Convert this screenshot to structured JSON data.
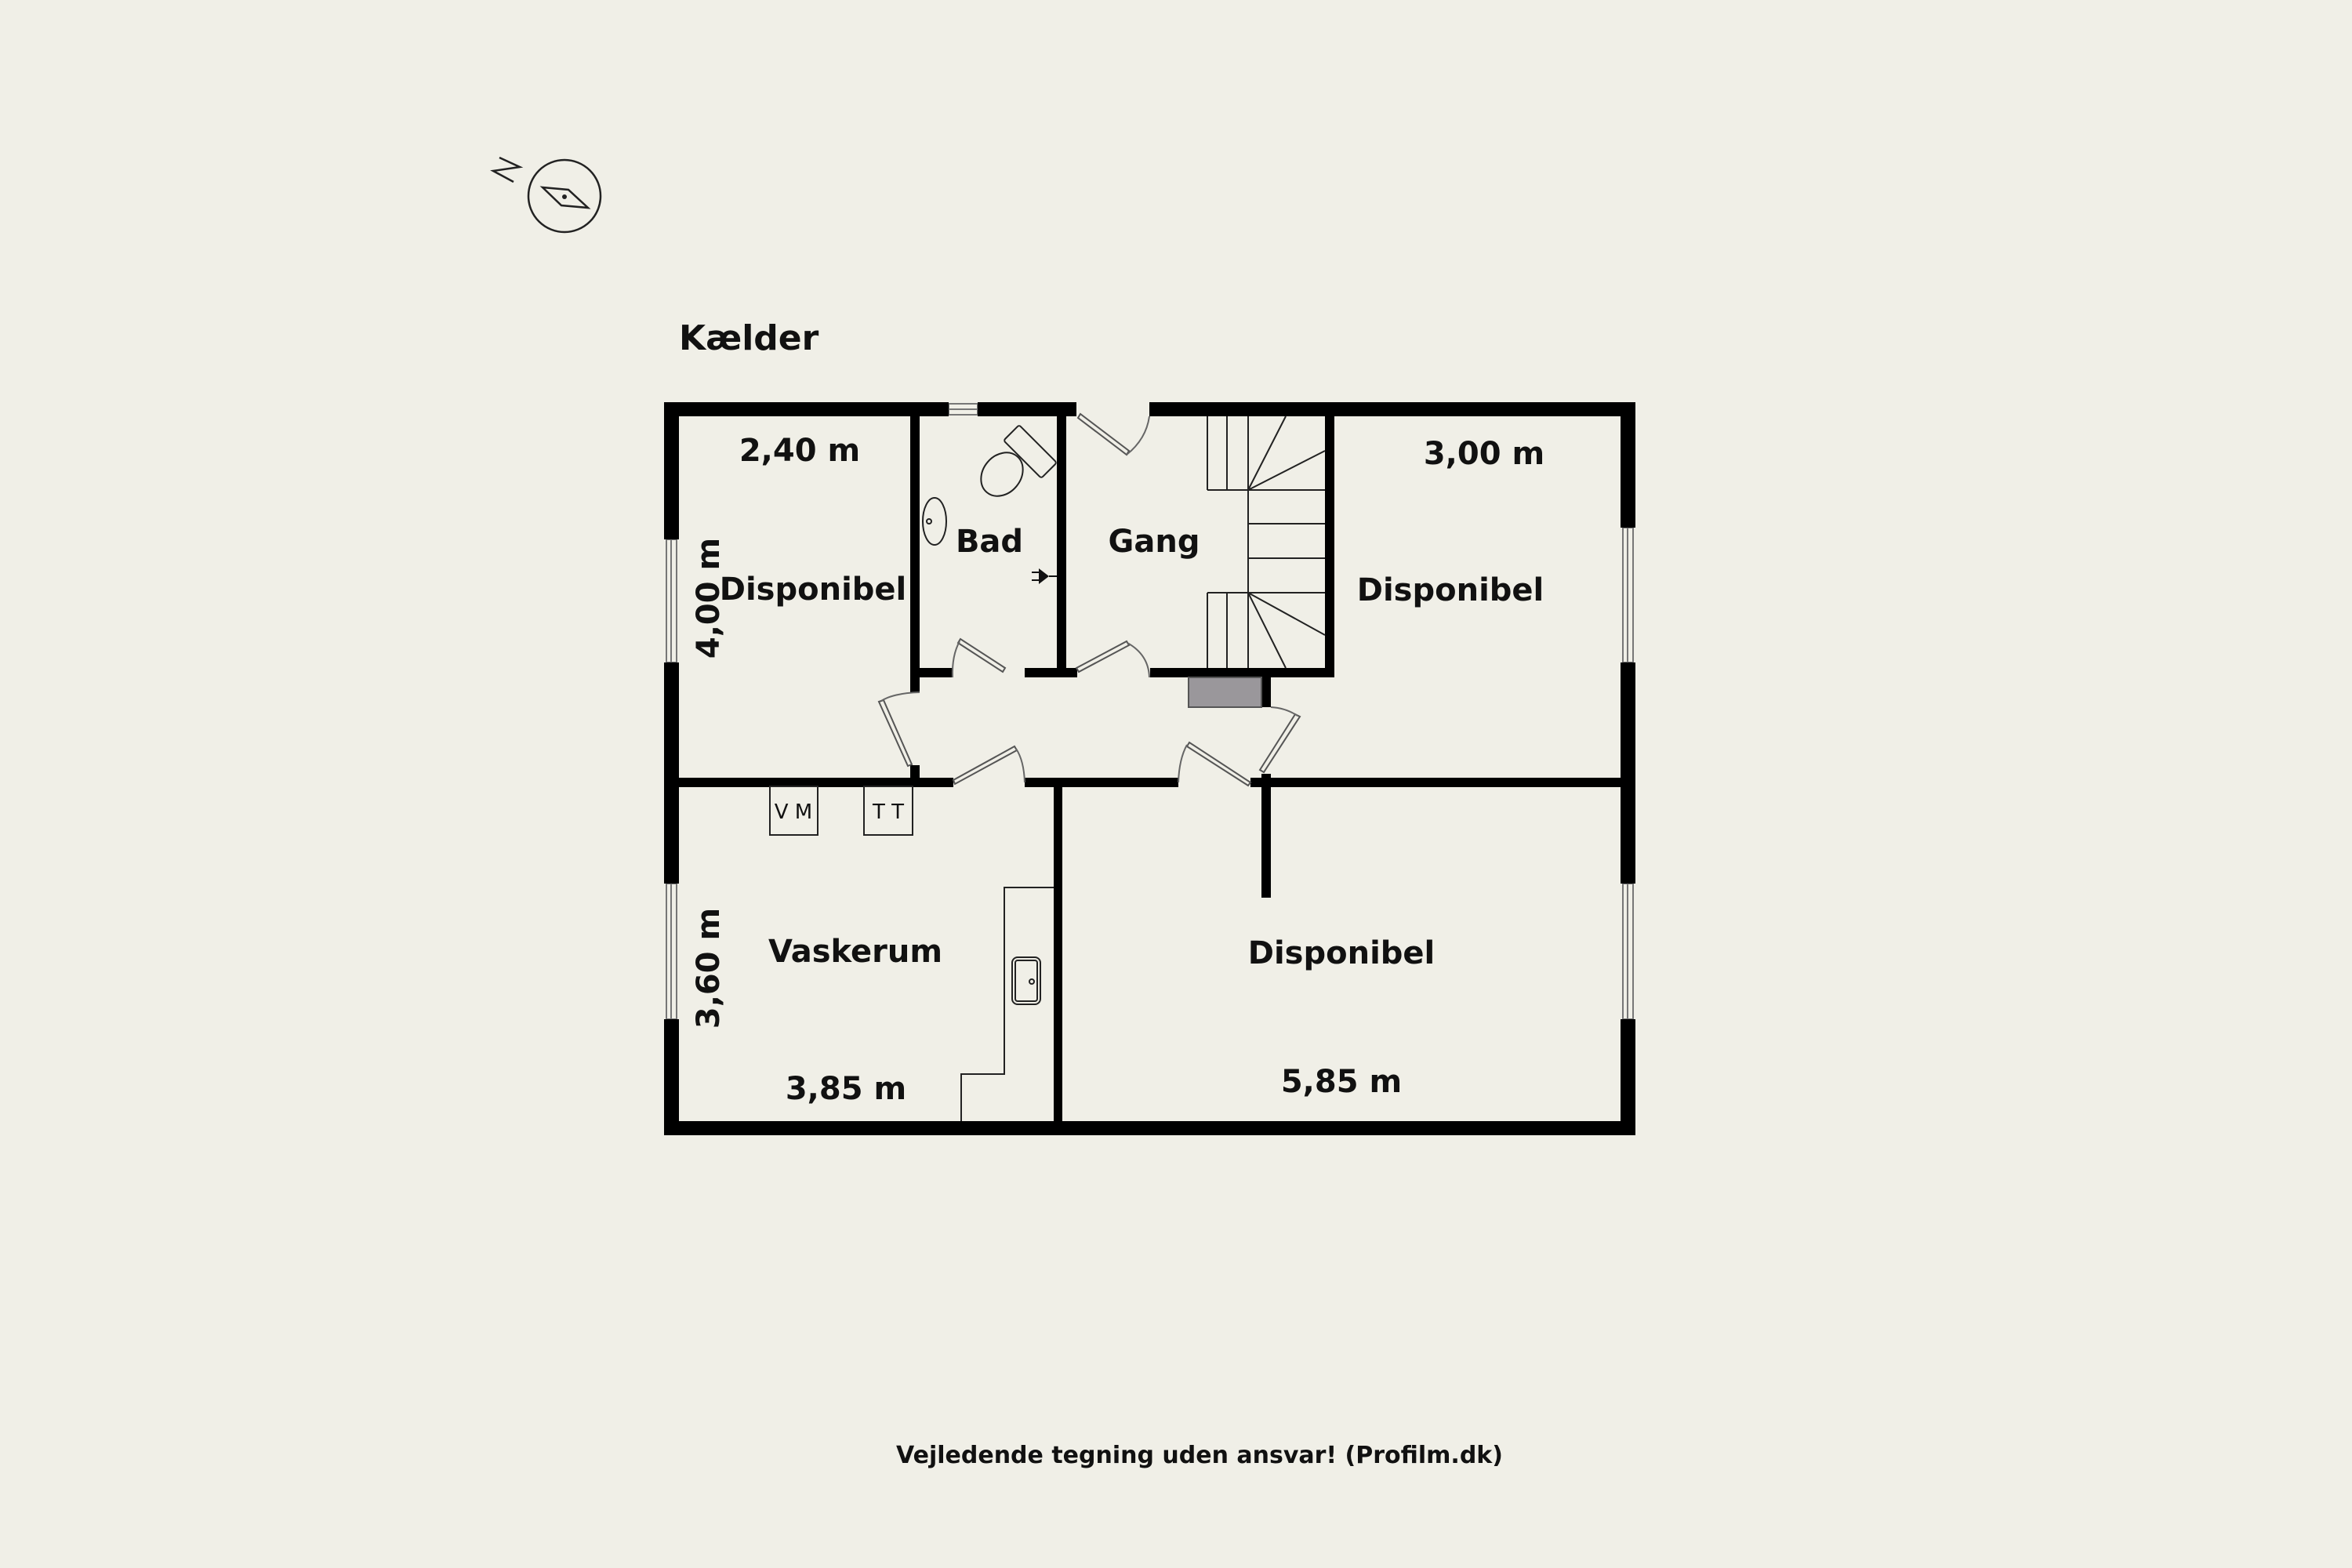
{
  "plan": {
    "floor_title": "Kælder",
    "compass": {
      "icon": "compass-icon",
      "north_label": "N"
    },
    "rooms": [
      {
        "name": "Disponibel",
        "width": "2,40 m",
        "height": "4,00 m"
      },
      {
        "name": "Bad"
      },
      {
        "name": "Gang"
      },
      {
        "name": "Disponibel",
        "width": "3,00 m"
      },
      {
        "name": "Vaskerum",
        "width": "3,85 m",
        "height": "3,60 m"
      },
      {
        "name": "Disponibel",
        "width": "5,85 m"
      }
    ],
    "appliances": {
      "washer": "V M",
      "dryer": "T T"
    },
    "colors": {
      "background": "#f0efe7",
      "walls": "#000000",
      "chimney": "#9a979b"
    }
  },
  "footer": {
    "disclaimer": "Vejledende tegning uden ansvar! (Profilm.dk)"
  }
}
